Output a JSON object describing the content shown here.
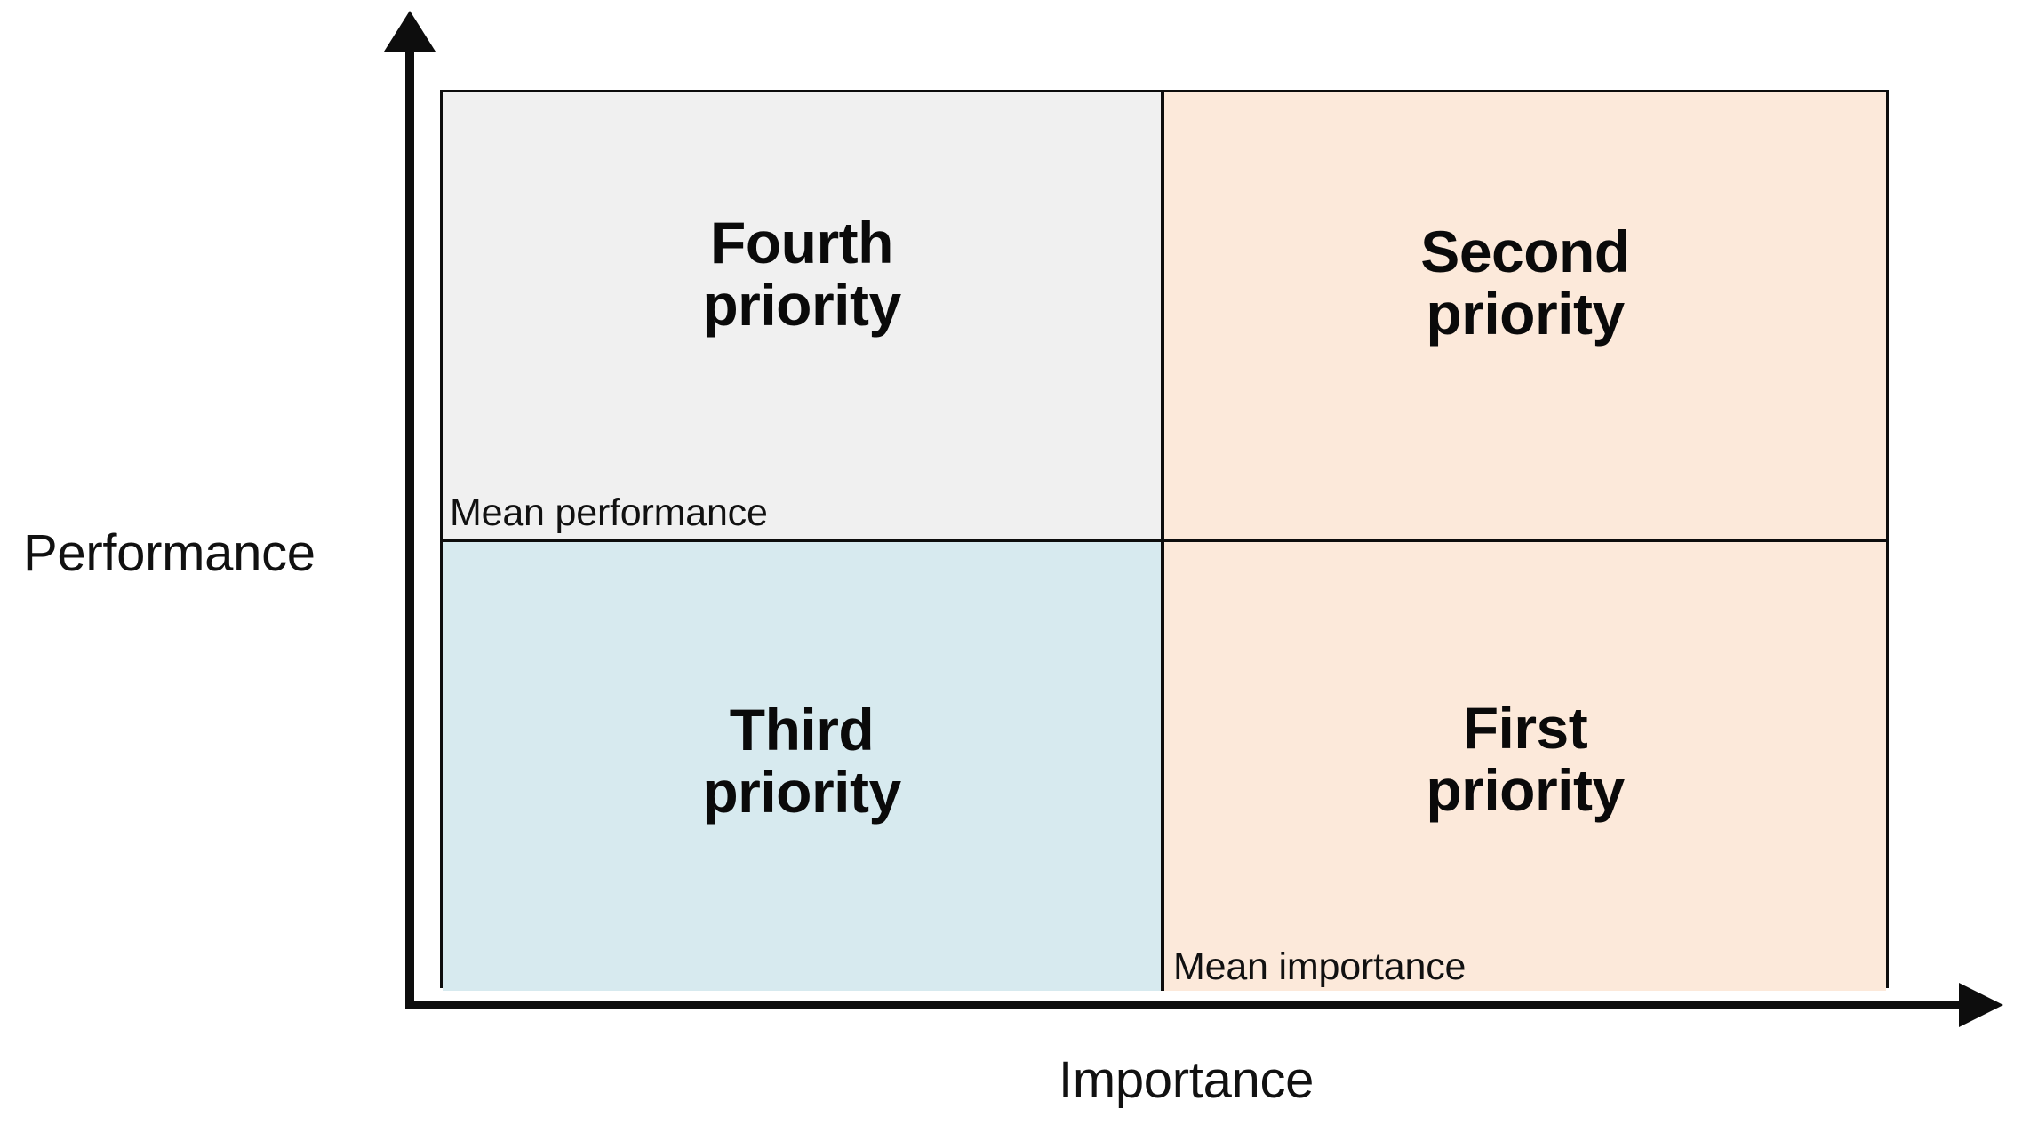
{
  "chart_data": {
    "type": "scatter",
    "title": "",
    "subtitle": "",
    "xlabel": "Importance",
    "ylabel": "Performance",
    "grid": false,
    "legend_position": "none",
    "quadrant_matrix": true,
    "x_divider_label": "Mean importance",
    "y_divider_label": "Mean performance",
    "quadrants": [
      {
        "id": "top-left",
        "label": "Fourth\npriority",
        "priority_rank": 4,
        "importance": "low",
        "performance": "high",
        "fill": "#f0f0f0"
      },
      {
        "id": "top-right",
        "label": "Second\npriority",
        "priority_rank": 2,
        "importance": "high",
        "performance": "high",
        "fill": "#fce9da"
      },
      {
        "id": "bottom-left",
        "label": "Third\npriority",
        "priority_rank": 3,
        "importance": "low",
        "performance": "low",
        "fill": "#d7eaef"
      },
      {
        "id": "bottom-right",
        "label": "First\npriority",
        "priority_rank": 1,
        "importance": "high",
        "performance": "low",
        "fill": "#fce9da"
      }
    ]
  },
  "axes": {
    "y": {
      "title": "Performance",
      "arrow": "up"
    },
    "x": {
      "title": "Importance",
      "arrow": "right"
    }
  },
  "dividers": {
    "horizontal_label": "Mean performance",
    "vertical_label": "Mean importance"
  },
  "colors": {
    "gray_quadrant": "#f0f0f0",
    "peach_quadrant": "#fce9da",
    "blue_quadrant": "#d7eaef",
    "line": "#0d0d0d",
    "text": "#111111",
    "background": "#ffffff"
  }
}
